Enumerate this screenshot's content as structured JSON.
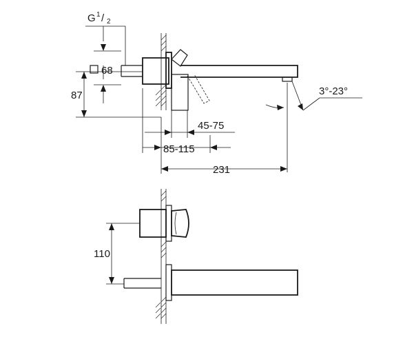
{
  "dimensions": {
    "thread": {
      "base": "G",
      "numerator": "1",
      "slash": "/",
      "denominator": "2"
    },
    "square_size": "68",
    "height_87": "87",
    "depth_45_75": "45-75",
    "depth_85_115": "85-115",
    "projection": "231",
    "angle": "3°-23°",
    "height_110": "110"
  }
}
